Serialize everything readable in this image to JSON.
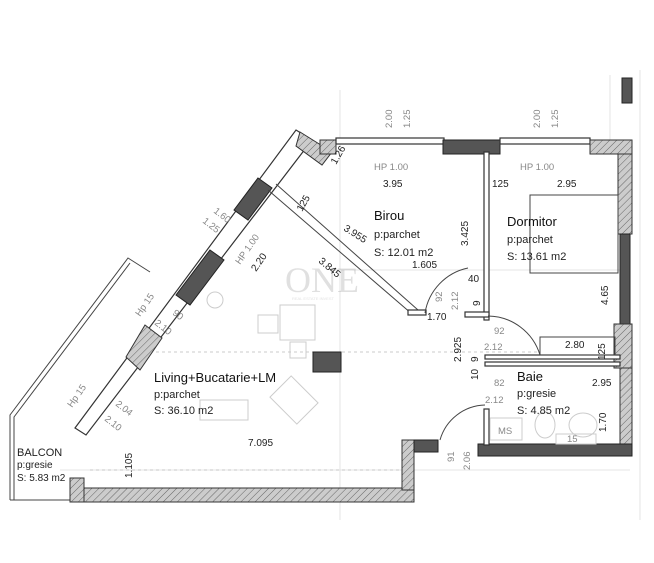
{
  "rooms": {
    "living": {
      "name": "Living+Bucatarie+LM",
      "floor": "p:parchet",
      "area": "S: 36.10 m2"
    },
    "birou": {
      "name": "Birou",
      "floor": "p:parchet",
      "area": "S: 12.01 m2"
    },
    "dormitor": {
      "name": "Dormitor",
      "floor": "p:parchet",
      "area": "S: 13.61 m2"
    },
    "baie": {
      "name": "Baie",
      "floor": "p:gresie",
      "area": "S: 4.85 m2"
    },
    "balcon": {
      "name": "BALCON",
      "floor": "p:gresie",
      "area": "S: 5.83 m2"
    }
  },
  "dimensions": {
    "top_window1_w": "2.00",
    "top_window1_h": "1.25",
    "top_window2_w": "2.00",
    "top_window2_h": "1.25",
    "hp_birou": "HP 1.00",
    "hp_dormitor": "HP 1.00",
    "hp_diag": "HP 1.00",
    "birou_w": "3.95",
    "dorm_w": "2.95",
    "wall_125_a": "125",
    "birou_h": "3.425",
    "dorm_h": "4.65",
    "diag_1": "3.955",
    "diag_2": "3.845",
    "diag_126": "1.26",
    "diag_125b": "125",
    "door_160": "1.605",
    "d_40": "40",
    "d_9a": "9",
    "door_92a": "92",
    "door_212a": "2.12",
    "d_170": "1.70",
    "d_292": "2.925",
    "door_92b": "92",
    "door_212b": "2.12",
    "d_280": "2.80",
    "d_125c": "125",
    "d_9b": "9",
    "d_10": "10",
    "door_82": "82",
    "door_212c": "2.12",
    "baie_w": "2.95",
    "baie_h": "1.70",
    "entry_91": "91",
    "entry_206": "2.06",
    "win_160": "1.60",
    "win_125": "1.25",
    "d_220": "2.20",
    "hp15a": "Hp 15",
    "hp15b": "Hp 15",
    "d_90": "90",
    "d_210a": "2.10",
    "d_204": "2.04",
    "d_210b": "2.10",
    "living_w": "7.095",
    "living_h": "1.105",
    "ms": "MS",
    "tub": "15"
  },
  "watermark": {
    "text": "ONE",
    "sub": "REAL ESTATE INVEST"
  }
}
